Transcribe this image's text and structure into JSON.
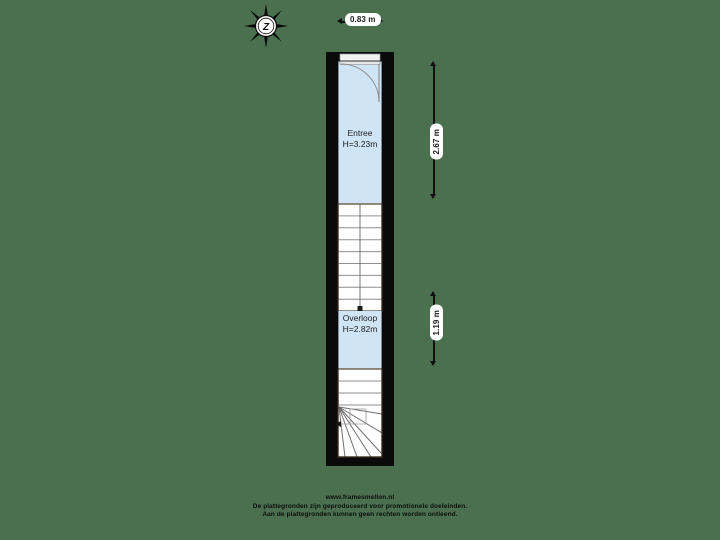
{
  "compass": {
    "label": "Z",
    "name": "compass-rose-south"
  },
  "dimensions": {
    "top_width": "0.83 m",
    "entree_depth": "2.67 m",
    "overloop_depth": "1.19 m"
  },
  "rooms": [
    {
      "name": "Entree",
      "height_label": "H=3.23m"
    },
    {
      "name": "Overloop",
      "height_label": "H=2.82m"
    }
  ],
  "footer": {
    "url": "www.framesmellon.nl",
    "line2": "De plattegronden zijn geproduceerd voor promotionele doeleinden.",
    "line3": "Aan de plattegronden kunnen geen rechten worden ontleend."
  },
  "colors": {
    "background": "#4a7050",
    "wall": "#0a0a0a",
    "room_fill": "#cfe4f5",
    "stair_fill": "#ffffff",
    "stair_outline": "#6b5a46",
    "dimension": "#111111",
    "pill_bg": "#ffffff"
  }
}
